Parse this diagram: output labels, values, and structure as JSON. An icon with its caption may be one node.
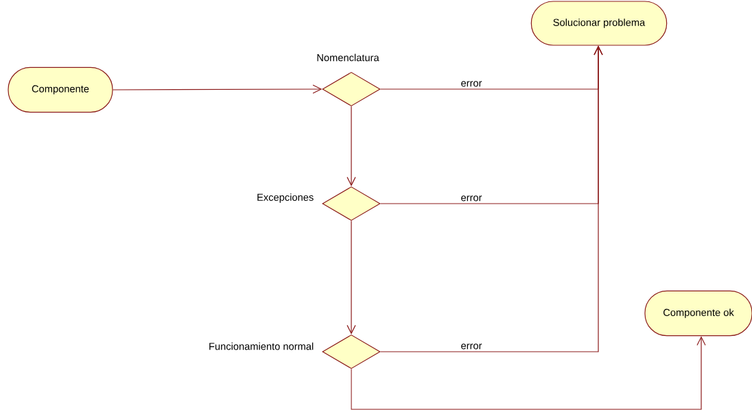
{
  "diagram": {
    "nodes": [
      {
        "text": [
          "Componente"
        ]
      },
      {
        "text": [
          "Solucionar problema"
        ]
      },
      {
        "text": [
          "Nomenclatura"
        ]
      },
      {
        "text": [
          "Excepciones"
        ]
      },
      {
        "text": [
          "Funcionamiento normal"
        ]
      },
      {
        "text": [
          "Componente ok"
        ]
      }
    ],
    "edges": [
      {
        "from": 0,
        "to": 2,
        "arrow": "to"
      },
      {
        "from": 2,
        "to": 1,
        "arrow": "to",
        "label": "error"
      },
      {
        "from": 2,
        "to": 3,
        "arrow": "to"
      },
      {
        "from": 3,
        "to": 1,
        "arrow": "to",
        "label": "error"
      },
      {
        "from": 3,
        "to": 4,
        "arrow": "to"
      },
      {
        "from": 4,
        "to": 1,
        "arrow": "to",
        "label": "error"
      },
      {
        "from": 4,
        "to": 5,
        "arrow": "to"
      }
    ]
  }
}
